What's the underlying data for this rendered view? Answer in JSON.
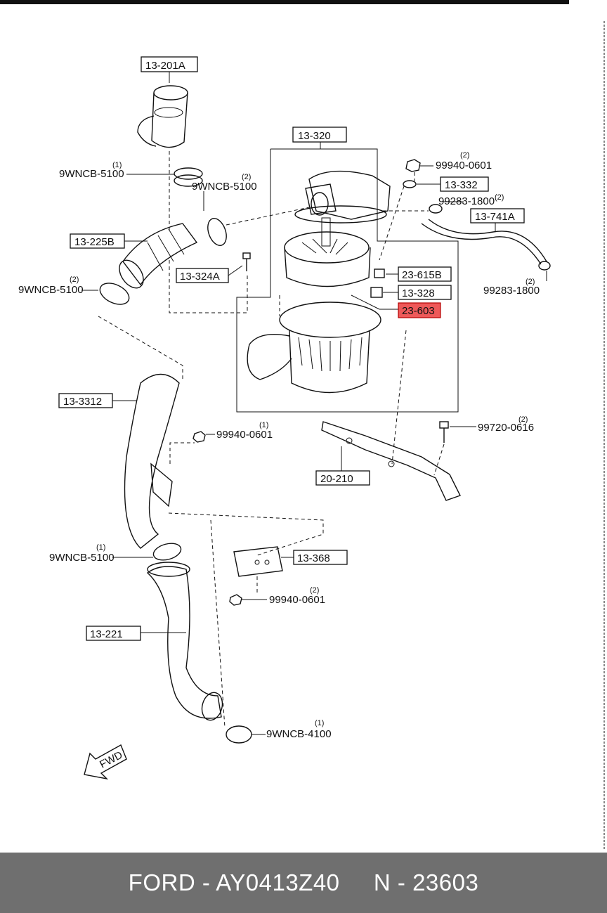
{
  "parts": {
    "p_13_201A": "13-201A",
    "p_13_320": "13-320",
    "p_9wncb_5100_a": {
      "code": "9WNCB-5100",
      "qty": "(1)"
    },
    "p_9wncb_5100_b": {
      "code": "9WNCB-5100",
      "qty": "(2)"
    },
    "p_99940_0601_a": {
      "code": "99940-0601",
      "qty": "(2)"
    },
    "p_13_332": "13-332",
    "p_99283_1800_a": {
      "code": "99283-1800",
      "qty": "(2)"
    },
    "p_13_741A": "13-741A",
    "p_13_225B": "13-225B",
    "p_13_324A": "13-324A",
    "p_23_615B": "23-615B",
    "p_9wncb_5100_c": {
      "code": "9WNCB-5100",
      "qty": "(2)"
    },
    "p_13_328": "13-328",
    "p_99283_1800_b": {
      "code": "99283-1800",
      "qty": "(2)"
    },
    "p_23_603": "23-603",
    "p_13_3312": "13-3312",
    "p_99940_0601_b": {
      "code": "99940-0601",
      "qty": "(1)"
    },
    "p_99720_0616": {
      "code": "99720-0616",
      "qty": "(2)"
    },
    "p_20_210": "20-210",
    "p_9wncb_5100_d": {
      "code": "9WNCB-5100",
      "qty": "(1)"
    },
    "p_13_368": "13-368",
    "p_99940_0601_c": {
      "code": "99940-0601",
      "qty": "(2)"
    },
    "p_13_221": "13-221",
    "p_9wncb_4100": {
      "code": "9WNCB-4100",
      "qty": "(1)"
    }
  },
  "fwd_label": "FWD",
  "highlight_color": "#ea2f2f",
  "footer": {
    "brand": "FORD",
    "sep1": " - ",
    "part_number": "AY0413Z40",
    "gap": "     ",
    "prefix": "N",
    "sep2": " - ",
    "ref": "23603"
  }
}
